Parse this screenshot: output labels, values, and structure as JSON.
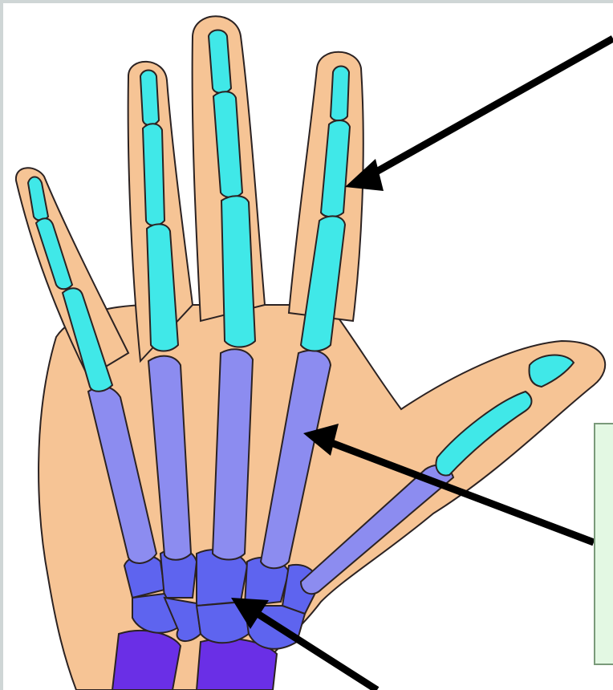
{
  "diagram": {
    "colors": {
      "skin": "#f6c495",
      "outline": "#2b2222",
      "phalanges": "#40e8e8",
      "metacarpals": "#8c8cf0",
      "carpals": "#5e64ef",
      "forearm_bones": "#6a2fe6",
      "arrow": "#000000",
      "label_box_fill": "#e3f8e3",
      "label_box_border": "#7a9a7a"
    },
    "regions": [
      "phalanges",
      "metacarpals",
      "carpals",
      "forearm-bones"
    ],
    "arrows": [
      "phalanges-arrow",
      "metacarpals-arrow",
      "carpals-arrow"
    ]
  }
}
